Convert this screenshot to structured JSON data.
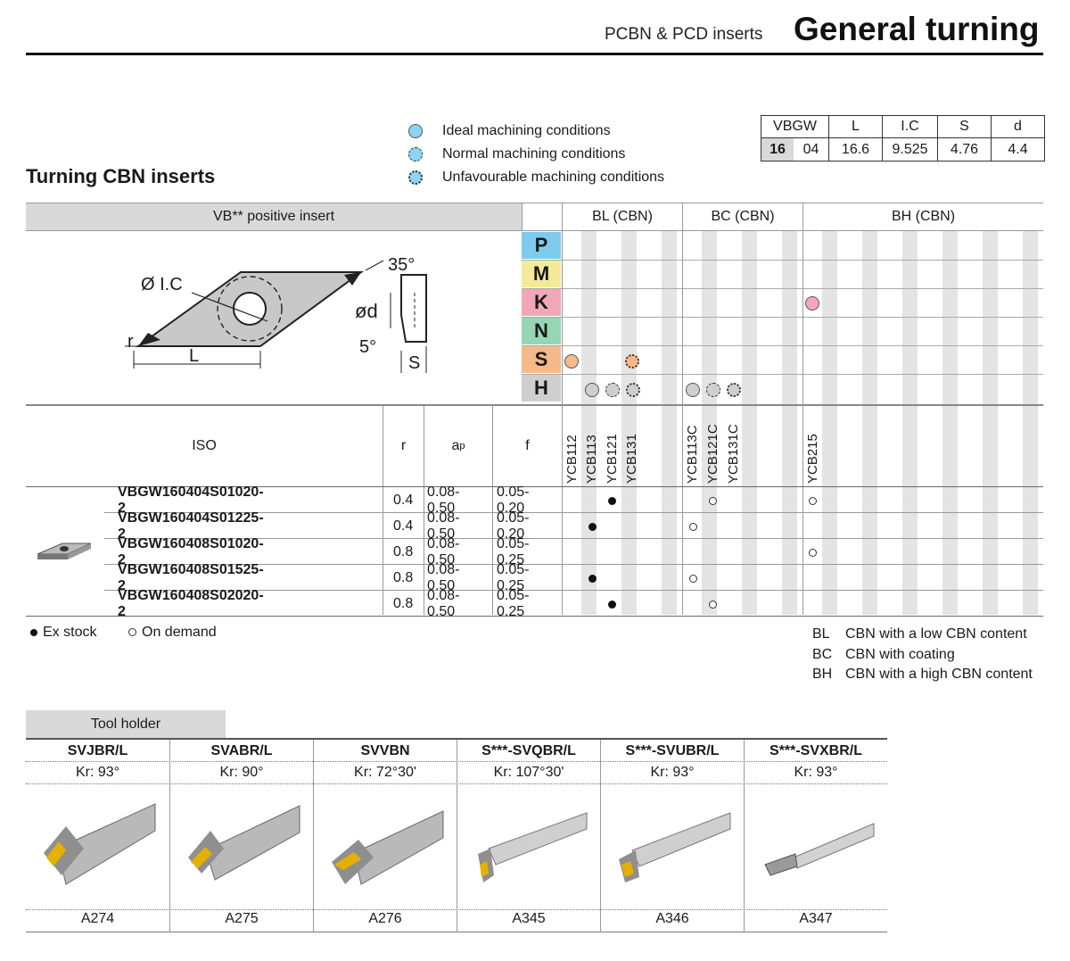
{
  "header": {
    "subtitle": "PCBN & PCD inserts",
    "title": "General turning"
  },
  "legend": {
    "ideal": "Ideal machining conditions",
    "normal": "Normal machining conditions",
    "unfavourable": "Unfavourable machining conditions"
  },
  "dims": {
    "headers": [
      "VBGW",
      "L",
      "I.C",
      "S",
      "d"
    ],
    "size_bold": "16",
    "size_rest": "04",
    "values": [
      "16.6",
      "9.525",
      "4.76",
      "4.4"
    ]
  },
  "section_title": "Turning CBN inserts",
  "insert_header": "VB** positive insert",
  "groups": [
    "BL (CBN)",
    "BC (CBN)",
    "BH (CBN)"
  ],
  "materials": [
    {
      "letter": "P",
      "color": "#7ecbee"
    },
    {
      "letter": "M",
      "color": "#f5ea9a"
    },
    {
      "letter": "K",
      "color": "#f2a7b8"
    },
    {
      "letter": "N",
      "color": "#96d6b5"
    },
    {
      "letter": "S",
      "color": "#f5b98a"
    },
    {
      "letter": "H",
      "color": "#cfcfcf"
    }
  ],
  "drawing": {
    "ic": "Ø I.C",
    "angle": "35°",
    "d": "ød",
    "clearance": "5°",
    "r": "r",
    "l": "L",
    "s": "S"
  },
  "columns": {
    "iso": "ISO",
    "r": "r",
    "ap": "a",
    "ap_sub": "p",
    "f": "f"
  },
  "grades": [
    "YCB112",
    "YCB113",
    "YCB121",
    "YCB131",
    "YCB113C",
    "YCB121C",
    "YCB131C",
    "YCB215"
  ],
  "rows": [
    {
      "iso": "VBGW160404S01020-2",
      "r": "0.4",
      "ap": "0.08-0.50",
      "f": "0.05-0.20"
    },
    {
      "iso": "VBGW160404S01225-2",
      "r": "0.4",
      "ap": "0.08-0.50",
      "f": "0.05-0.20"
    },
    {
      "iso": "VBGW160408S01020-2",
      "r": "0.8",
      "ap": "0.08-0.50",
      "f": "0.05-0.25"
    },
    {
      "iso": "VBGW160408S01525-2",
      "r": "0.8",
      "ap": "0.08-0.50",
      "f": "0.05-0.25"
    },
    {
      "iso": "VBGW160408S02020-2",
      "r": "0.8",
      "ap": "0.08-0.50",
      "f": "0.05-0.25"
    }
  ],
  "availability_legend": {
    "stock": "Ex stock",
    "demand": "On demand"
  },
  "abbreviations": [
    {
      "code": "BL",
      "text": "CBN with a low CBN content"
    },
    {
      "code": "BC",
      "text": "CBN with coating"
    },
    {
      "code": "BH",
      "text": "CBN with a high CBN content"
    }
  ],
  "tool_holder": {
    "label": "Tool holder",
    "items": [
      {
        "name": "SVJBR/L",
        "kr": "Kr: 93°",
        "code": "A274"
      },
      {
        "name": "SVABR/L",
        "kr": "Kr: 90°",
        "code": "A275"
      },
      {
        "name": "SVVBN",
        "kr": "Kr: 72°30'",
        "code": "A276"
      },
      {
        "name": "S***-SVQBR/L",
        "kr": "Kr: 107°30'",
        "code": "A345"
      },
      {
        "name": "S***-SVUBR/L",
        "kr": "Kr: 93°",
        "code": "A346"
      },
      {
        "name": "S***-SVXBR/L",
        "kr": "Kr: 93°",
        "code": "A347"
      }
    ]
  }
}
